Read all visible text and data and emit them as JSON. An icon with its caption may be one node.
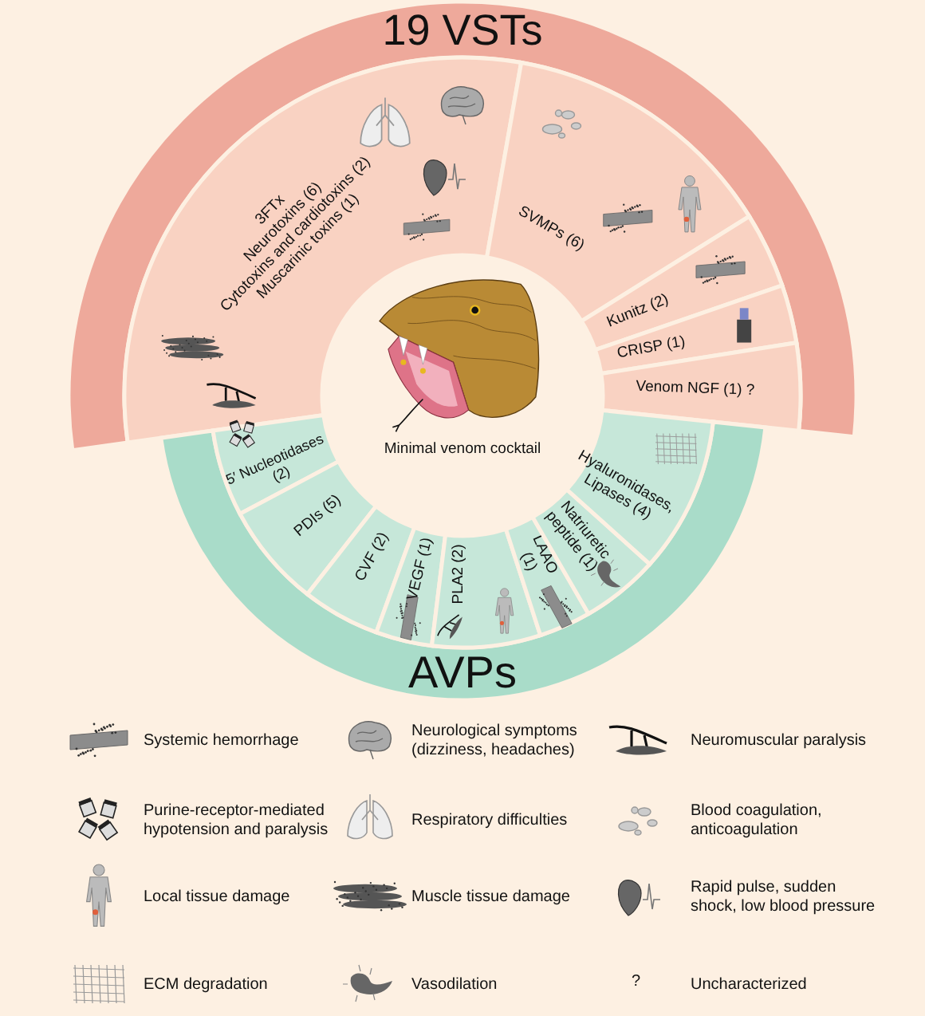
{
  "diagram": {
    "nodes": [
      {
        "text": [
          "19 VSTs"
        ]
      },
      {
        "text": [
          "3FTx",
          "Neurotoxins (6)",
          "Cytotoxins and cardiotoxins (2)",
          "Muscarinic toxins (1)"
        ]
      },
      {
        "text": [
          "SVMPs (6)"
        ]
      },
      {
        "text": [
          "Kunitz (2)"
        ]
      },
      {
        "text": [
          "CRISP (1)"
        ]
      },
      {
        "text": [
          "Venom NGF (1) ?"
        ]
      },
      {
        "text": [
          "Minimal venom cocktail"
        ]
      },
      {
        "text": [
          "5′ Nucleotidases (2)"
        ]
      },
      {
        "text": [
          "PDIs (5)"
        ]
      },
      {
        "text": [
          "CVF (2)"
        ]
      },
      {
        "text": [
          "VEGF (1)"
        ]
      },
      {
        "text": [
          "PLA2 (2)"
        ]
      },
      {
        "text": [
          "LAAO (1)"
        ]
      },
      {
        "text": [
          "Natriuretic peptide (1)"
        ]
      },
      {
        "text": [
          "Hyaluronidases, Lipases (4)"
        ]
      },
      {
        "text": [
          "AVPs"
        ]
      }
    ],
    "labels": [
      "?"
    ],
    "legend": [
      {
        "text": "Systemic hemorrhage"
      },
      {
        "text": "Neurological symptoms (dizziness, headaches)"
      },
      {
        "text": "Neuromuscular paralysis"
      },
      {
        "text": "Purine-receptor-mediated hypotension and paralysis"
      },
      {
        "text": "Respiratory difficulties"
      },
      {
        "text": "Blood coagulation, anticoagulation"
      },
      {
        "text": "Local tissue damage"
      },
      {
        "text": "Muscle tissue damage"
      },
      {
        "text": "Rapid pulse, sudden shock, low blood pressure"
      },
      {
        "text": "ECM degradation"
      },
      {
        "text": "Vasodilation"
      },
      {
        "text": "Uncharacterized"
      }
    ]
  }
}
